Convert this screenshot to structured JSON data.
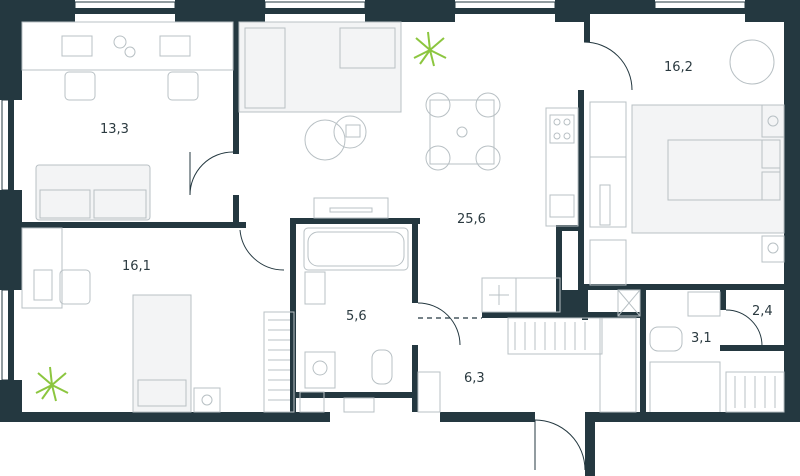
{
  "rooms": {
    "office": {
      "area": "13,3"
    },
    "living": {
      "area": "25,6"
    },
    "bedroom_master": {
      "area": "16,2"
    },
    "bedroom_second": {
      "area": "16,1"
    },
    "bathroom_main": {
      "area": "5,6"
    },
    "hallway": {
      "area": "6,3"
    },
    "bathroom_small": {
      "area": "3,1"
    },
    "storage": {
      "area": "2,4"
    }
  },
  "colors": {
    "wall": "#243840",
    "furniture_stroke": "#b8c0c4",
    "plant": "#8cc63f"
  },
  "icons": [
    "plant-icon",
    "desk-icon",
    "chair-icon",
    "sofa-icon",
    "bed-icon",
    "bathtub-icon",
    "toilet-icon",
    "sink-icon",
    "stove-icon",
    "dining-table-icon",
    "armchair-icon",
    "shower-icon",
    "washing-machine-icon",
    "wardrobe-icon"
  ]
}
